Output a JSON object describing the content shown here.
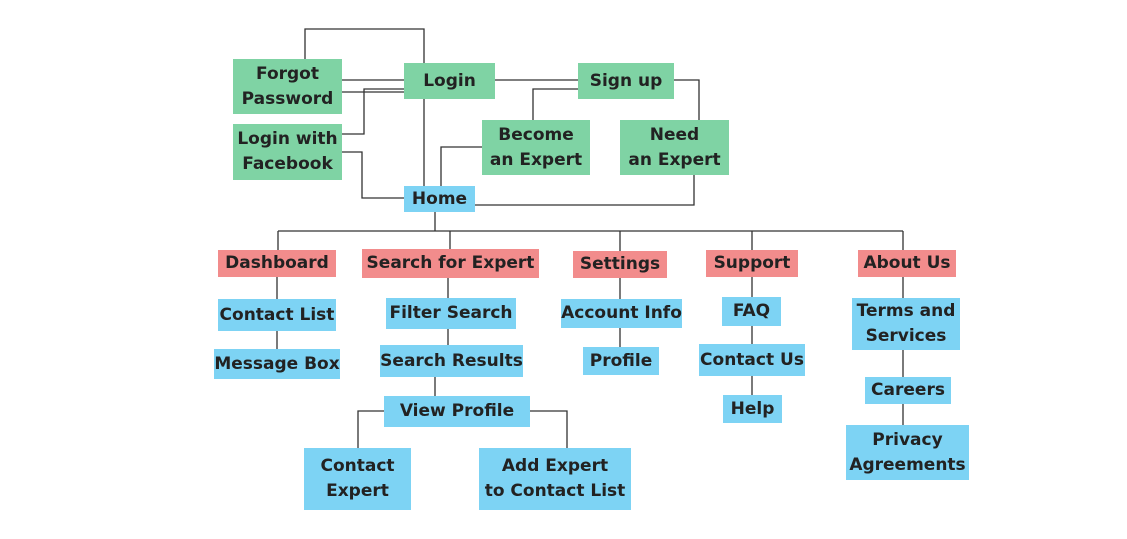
{
  "palette": {
    "account_fill": "#7fd3a4",
    "section_fill": "#f28c8c",
    "page_fill": "#7dd3f4",
    "connector": "#333333",
    "background": "#ffffff"
  },
  "account_flow": {
    "forgot_password": "Forgot\nPassword",
    "login": "Login",
    "sign_up": "Sign up",
    "login_with_facebook": "Login with\nFacebook",
    "become_an_expert": "Become\nan Expert",
    "need_an_expert": "Need\nan Expert"
  },
  "home": "Home",
  "sections": {
    "dashboard": {
      "label": "Dashboard",
      "pages": [
        "Contact List",
        "Message Box"
      ]
    },
    "search_for_expert": {
      "label": "Search for Expert",
      "pages": [
        "Filter Search",
        "Search Results",
        "View Profile"
      ],
      "profile_actions": [
        "Contact\nExpert",
        "Add Expert\nto Contact List"
      ]
    },
    "settings": {
      "label": "Settings",
      "pages": [
        "Account Info",
        "Profile"
      ]
    },
    "support": {
      "label": "Support",
      "pages": [
        "FAQ",
        "Contact Us",
        "Help"
      ]
    },
    "about_us": {
      "label": "About Us",
      "pages": [
        "Terms and\nServices",
        "Careers",
        "Privacy\nAgreements"
      ]
    }
  }
}
